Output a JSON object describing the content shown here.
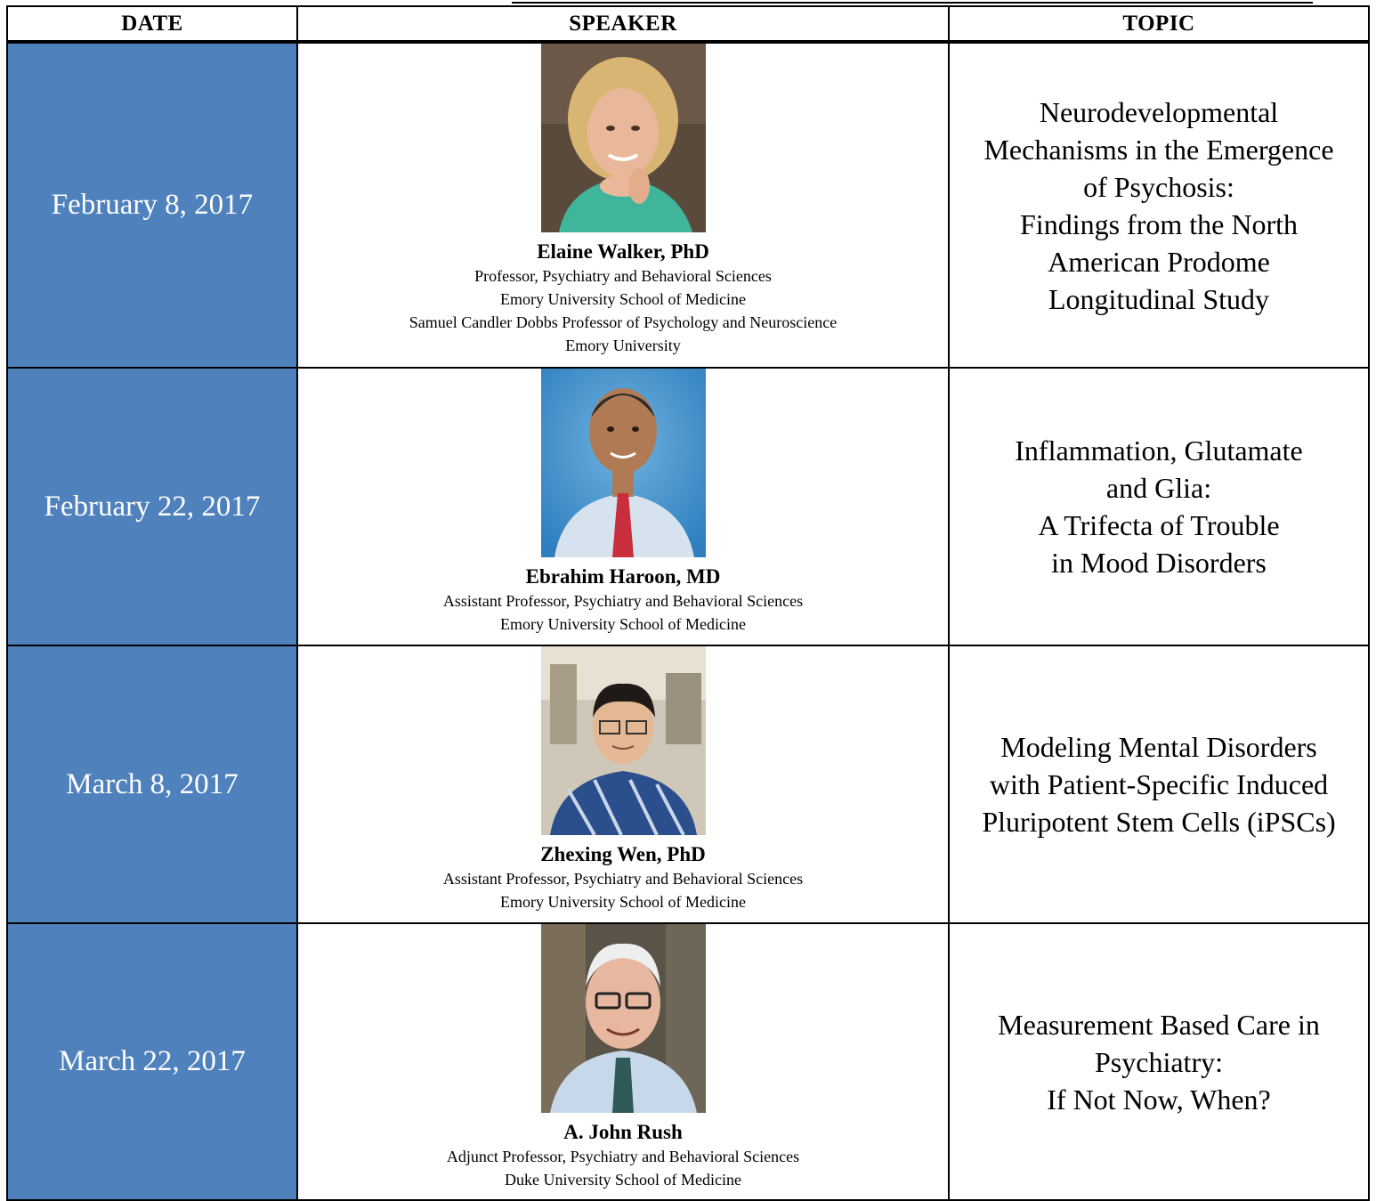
{
  "header": {
    "date": "DATE",
    "speaker": "SPEAKER",
    "topic": "TOPIC"
  },
  "rows": [
    {
      "date": "February 8, 2017",
      "name": "Elaine Walker, PhD",
      "affiliations": [
        "Professor, Psychiatry and Behavioral Sciences",
        "Emory University School of Medicine",
        "Samuel Candler Dobbs Professor of Psychology and Neuroscience",
        "Emory University"
      ],
      "topic": [
        "Neurodevelopmental",
        "Mechanisms in the Emergence",
        "of Psychosis:",
        "Findings from the North",
        "American Prodome",
        "Longitudinal Study"
      ]
    },
    {
      "date": "February 22, 2017",
      "name": "Ebrahim Haroon, MD",
      "affiliations": [
        "Assistant Professor, Psychiatry and Behavioral Sciences",
        "Emory University School of Medicine"
      ],
      "topic": [
        "Inflammation, Glutamate",
        "and Glia:",
        "A Trifecta of Trouble",
        "in Mood Disorders"
      ]
    },
    {
      "date": "March 8, 2017",
      "name": "Zhexing Wen, PhD",
      "affiliations": [
        "Assistant Professor, Psychiatry and Behavioral Sciences",
        "Emory University School of Medicine"
      ],
      "topic": [
        "Modeling Mental Disorders",
        "with Patient-Specific Induced",
        "Pluripotent Stem Cells (iPSCs)"
      ]
    },
    {
      "date": "March 22, 2017",
      "name": "A. John Rush",
      "affiliations": [
        "Adjunct Professor, Psychiatry and Behavioral Sciences",
        "Duke University School of Medicine"
      ],
      "topic": [
        "Measurement Based Care in",
        "Psychiatry:",
        "If Not Now, When?"
      ]
    }
  ],
  "colors": {
    "date_cell_bg": "#4f81bd",
    "date_text": "#ffffff",
    "border": "#000000"
  }
}
